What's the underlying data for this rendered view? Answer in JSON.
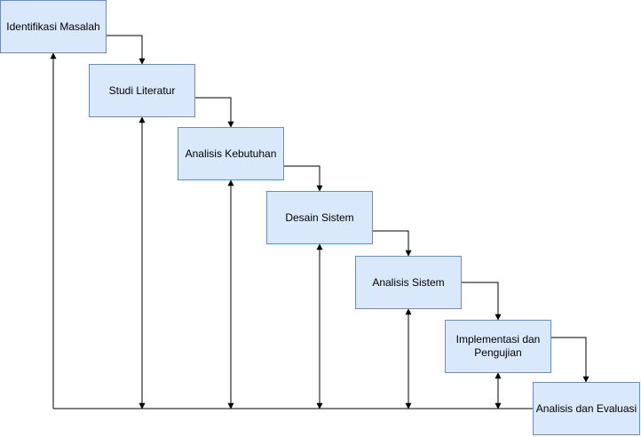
{
  "diagram": {
    "steps": [
      {
        "label": "Identifikasi Masalah"
      },
      {
        "label": "Studi Literatur"
      },
      {
        "label": "Analisis Kebutuhan"
      },
      {
        "label": "Desain Sistem"
      },
      {
        "label": "Analisis Sistem"
      },
      {
        "label": "Implementasi dan\nPengujian"
      },
      {
        "label": "Analisis dan Evaluasi"
      }
    ],
    "colors": {
      "box_fill": "#dae8fc",
      "box_stroke": "#6c8ebf",
      "connector": "#000000"
    }
  }
}
